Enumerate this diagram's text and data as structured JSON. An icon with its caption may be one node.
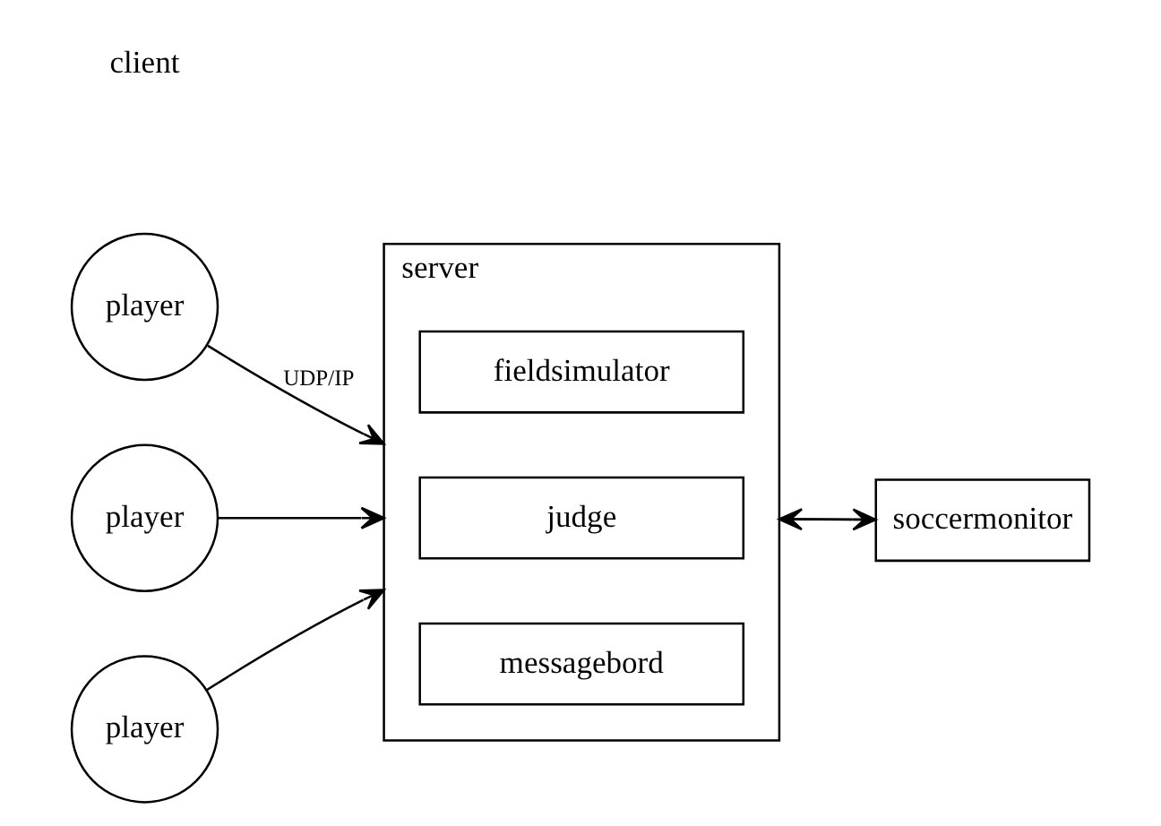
{
  "diagram": {
    "nodes": [
      {
        "text": [
          "server"
        ]
      },
      {
        "text": [
          "fieldsimulator"
        ],
        "in": 0
      },
      {
        "text": [
          "judge"
        ],
        "in": 0
      },
      {
        "text": [
          "messagebord"
        ],
        "in": 0
      },
      {
        "text": [
          "player"
        ]
      },
      {
        "text": [
          "player"
        ]
      },
      {
        "text": [
          "player"
        ]
      },
      {
        "text": [
          "soccermonitor"
        ]
      }
    ],
    "edges": [
      {
        "from": 4,
        "to": 0,
        "arrow": "to",
        "label": "UDP/IP"
      },
      {
        "from": 5,
        "to": 0,
        "arrow": "to"
      },
      {
        "from": 6,
        "to": 0,
        "arrow": "to"
      },
      {
        "from": 0,
        "to": 7,
        "arrow": "to"
      },
      {
        "from": 7,
        "to": 0,
        "arrow": "to"
      }
    ],
    "labels": [
      "client"
    ]
  }
}
